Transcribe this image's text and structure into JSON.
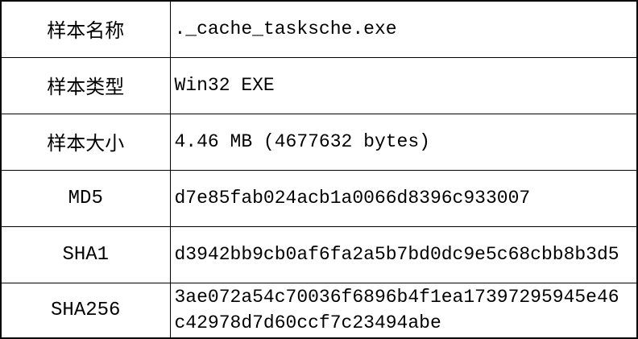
{
  "table": {
    "title": "sample-info-table",
    "columns": [
      "attribute",
      "value"
    ],
    "colors": {
      "border": "#000000",
      "text": "#000000",
      "background": "#ffffff"
    },
    "rows": [
      {
        "id": "sample-name",
        "label": "样本名称",
        "value": "._cache_tasksche.exe"
      },
      {
        "id": "sample-type",
        "label": "样本类型",
        "value": "Win32 EXE"
      },
      {
        "id": "sample-size",
        "label": "样本大小",
        "value": "4.46 MB (4677632 bytes)"
      },
      {
        "id": "md5",
        "label": "MD5",
        "value": "d7e85fab024acb1a0066d8396c933007"
      },
      {
        "id": "sha1",
        "label": "SHA1",
        "value": "d3942bb9cb0af6fa2a5b7bd0dc9e5c68cbb8b3d5"
      },
      {
        "id": "sha256",
        "label": "SHA256",
        "value": "3ae072a54c70036f6896b4f1ea17397295945e46c42978d7d60ccf7c23494abe"
      }
    ]
  }
}
